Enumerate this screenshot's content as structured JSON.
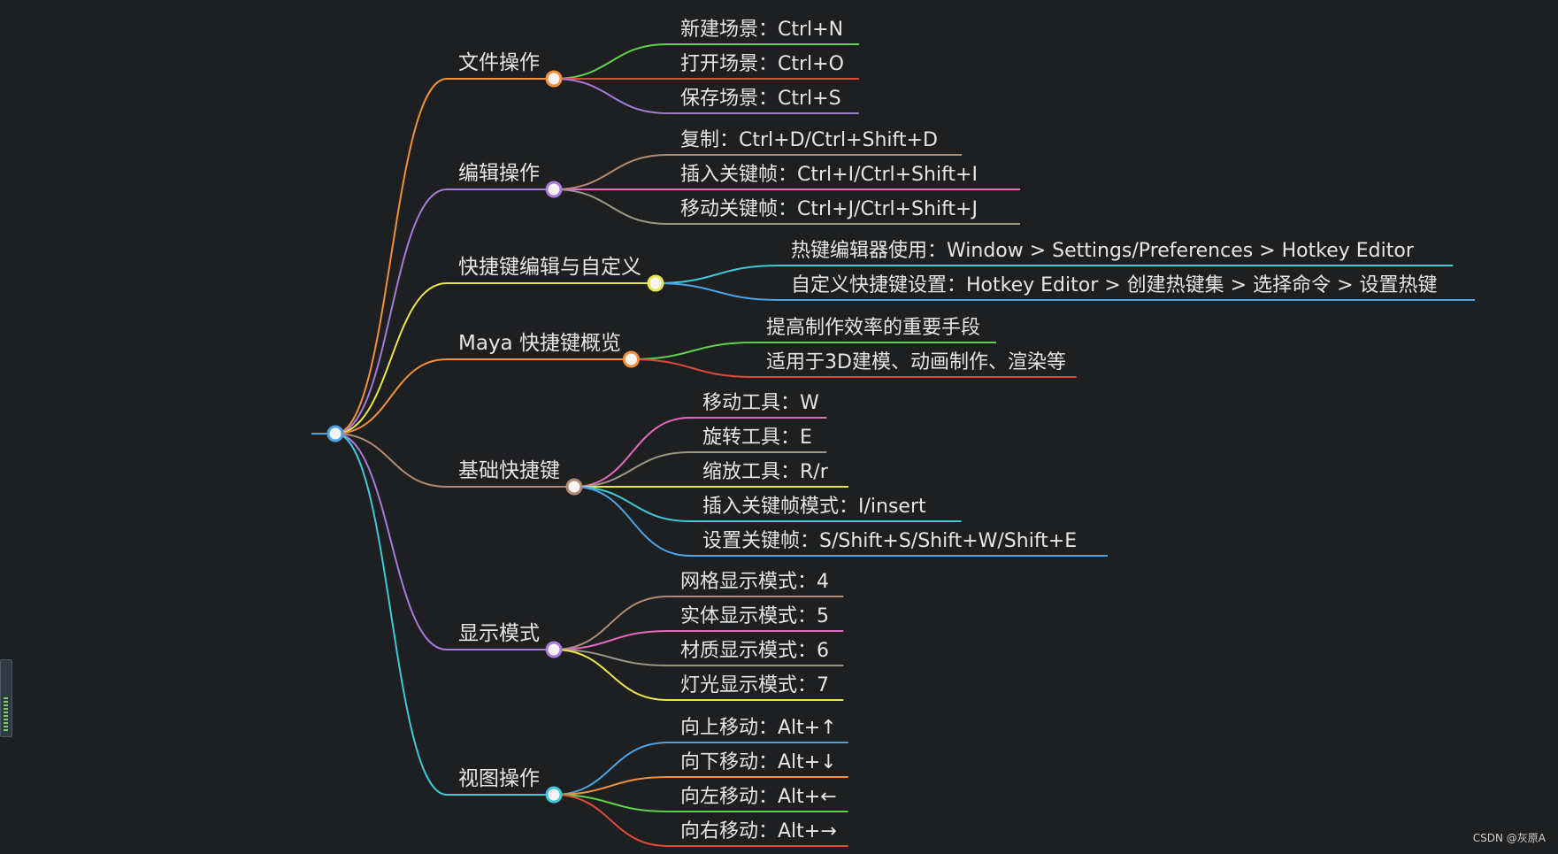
{
  "mindmap": {
    "branches": [
      {
        "label": "文件操作",
        "color": "#f2913b",
        "children": [
          {
            "label": "新建场景：Ctrl+N",
            "color": "#5ed24f"
          },
          {
            "label": "打开场景：Ctrl+O",
            "color": "#e0483d"
          },
          {
            "label": "保存场景：Ctrl+S",
            "color": "#a57ad8"
          }
        ]
      },
      {
        "label": "编辑操作",
        "color": "#a57ad8",
        "children": [
          {
            "label": "复制：Ctrl+D/Ctrl+Shift+D",
            "color": "#b08a74"
          },
          {
            "label": "插入关键帧：Ctrl+I/Ctrl+Shift+I",
            "color": "#e36bbf"
          },
          {
            "label": "移动关键帧：Ctrl+J/Ctrl+Shift+J",
            "color": "#9c9686"
          }
        ]
      },
      {
        "label": "快捷键编辑与自定义",
        "color": "#e9e64b",
        "children": [
          {
            "label": "热键编辑器使用：Window > Settings/Preferences > Hotkey Editor",
            "color": "#3ec9da"
          },
          {
            "label": "自定义快捷键设置：Hotkey Editor > 创建热键集 > 选择命令 > 设置热键",
            "color": "#4ba3e6"
          }
        ]
      },
      {
        "label": "Maya 快捷键概览",
        "color": "#f2913b",
        "children": [
          {
            "label": "提高制作效率的重要手段",
            "color": "#5ed24f"
          },
          {
            "label": "适用于3D建模、动画制作、渲染等",
            "color": "#e0483d"
          }
        ]
      },
      {
        "label": "基础快捷键",
        "color": "#b08a74",
        "children": [
          {
            "label": "移动工具：W",
            "color": "#e36bbf"
          },
          {
            "label": "旋转工具：E",
            "color": "#9c9686"
          },
          {
            "label": "缩放工具：R/r",
            "color": "#e9e64b"
          },
          {
            "label": "插入关键帧模式：I/insert",
            "color": "#3ec9da"
          },
          {
            "label": "设置关键帧：S/Shift+S/Shift+W/Shift+E",
            "color": "#4ba3e6"
          }
        ]
      },
      {
        "label": "显示模式",
        "color": "#a57ad8",
        "children": [
          {
            "label": "网格显示模式：4",
            "color": "#b08a74"
          },
          {
            "label": "实体显示模式：5",
            "color": "#e36bbf"
          },
          {
            "label": "材质显示模式：6",
            "color": "#9c9686"
          },
          {
            "label": "灯光显示模式：7",
            "color": "#e9e64b"
          }
        ]
      },
      {
        "label": "视图操作",
        "color": "#3ec9da",
        "children": [
          {
            "label": "向上移动：Alt+↑",
            "color": "#4ba3e6"
          },
          {
            "label": "向下移动：Alt+↓",
            "color": "#f2913b"
          },
          {
            "label": "向左移动：Alt+←",
            "color": "#5ed24f"
          },
          {
            "label": "向右移动：Alt+→",
            "color": "#e0483d"
          }
        ]
      }
    ]
  },
  "watermark": "CSDN @灰原A",
  "root_color": "#4ba3e6"
}
